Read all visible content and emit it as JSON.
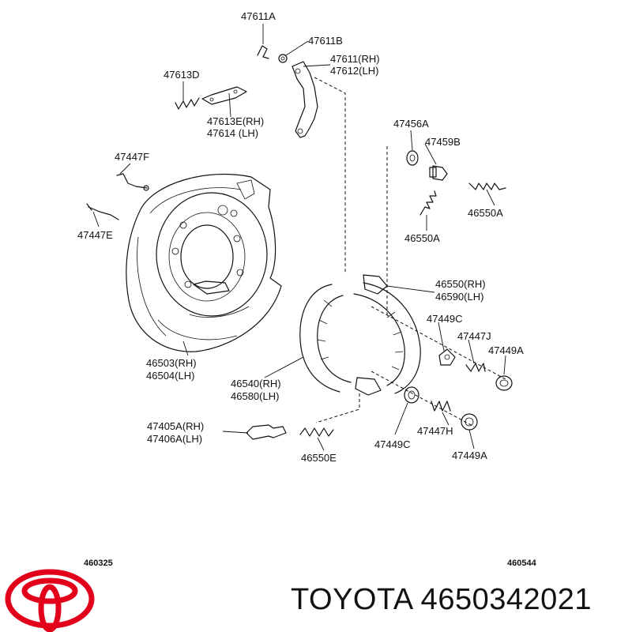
{
  "labels": {
    "p47611A": "47611A",
    "p47611B": "47611B",
    "p47611rh": "47611(RH)",
    "p47612lh": "47612(LH)",
    "p47613D": "47613D",
    "p47613Erh": "47613E(RH)",
    "p47614lh": "47614 (LH)",
    "p47456A": "47456A",
    "p47459B": "47459B",
    "p47447F": "47447F",
    "p46550A_1": "46550A",
    "p46550A_2": "46550A",
    "p47447E": "47447E",
    "p46550rh": "46550(RH)",
    "p46590lh": "46590(LH)",
    "p47449C_1": "47449C",
    "p47447J": "47447J",
    "p47449A_1": "47449A",
    "p46503rh": "46503(RH)",
    "p46504lh": "46504(LH)",
    "p46540rh": "46540(RH)",
    "p46580lh": "46580(LH)",
    "p47405Arh": "47405A(RH)",
    "p47406Alh": "47406A(LH)",
    "p46550E": "46550E",
    "p47447H": "47447H",
    "p47449C_2": "47449C",
    "p47449A_2": "47449A"
  },
  "footer": {
    "code_left": "460325",
    "code_right": "460544",
    "brand_text": "TOYOTA 4650342021",
    "logo_color": "#e3001b"
  }
}
